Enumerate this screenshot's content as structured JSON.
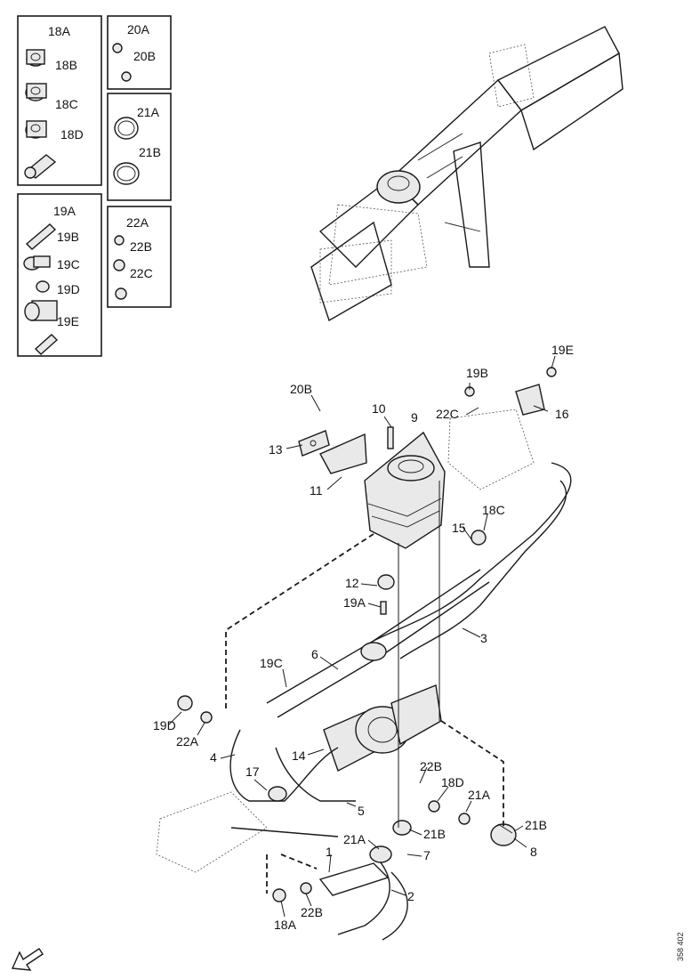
{
  "inset_boxes": [
    {
      "id": "box-18",
      "labels": [
        "18A",
        "18B",
        "18C",
        "18D"
      ]
    },
    {
      "id": "box-20",
      "labels": [
        "20A",
        "20B"
      ]
    },
    {
      "id": "box-21",
      "labels": [
        "21A",
        "21B"
      ]
    },
    {
      "id": "box-19",
      "labels": [
        "19A",
        "19B",
        "19C",
        "19D",
        "19E"
      ]
    },
    {
      "id": "box-22",
      "labels": [
        "22A",
        "22B",
        "22C"
      ]
    }
  ],
  "callouts": {
    "c19E": "19E",
    "c19B": "19B",
    "c20B": "20B",
    "c10": "10",
    "c9": "9",
    "c22C": "22C",
    "c16": "16",
    "c13": "13",
    "c11": "11",
    "c18C": "18C",
    "c15": "15",
    "c12": "12",
    "c19A": "19A",
    "c3": "3",
    "c19C": "19C",
    "c6": "6",
    "c19D": "19D",
    "c22A": "22A",
    "c4": "4",
    "c14": "14",
    "c22B_a": "22B",
    "c17": "17",
    "c18D": "18D",
    "c21A_a": "21A",
    "c5": "5",
    "c21B_a": "21B",
    "c21B_b": "21B",
    "c21A_b": "21A",
    "c8": "8",
    "c1": "1",
    "c7": "7",
    "c2": "2",
    "c22B_b": "22B",
    "c18A": "18A"
  },
  "reference_code": "358 402",
  "icons": [
    "direction-arrow-icon"
  ]
}
